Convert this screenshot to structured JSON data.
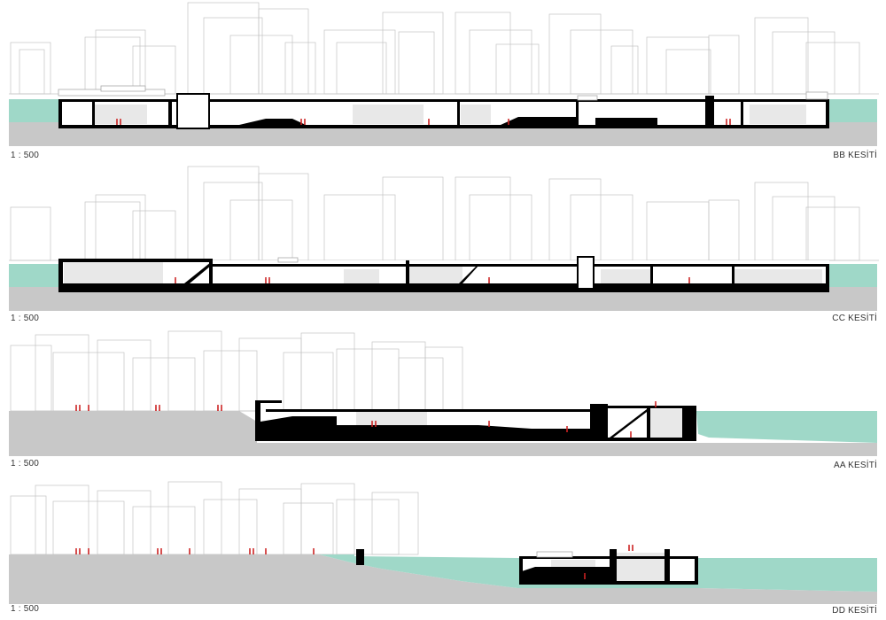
{
  "sections": [
    {
      "id": "bb",
      "scale": "1 : 500",
      "title": "BB KESİTİ"
    },
    {
      "id": "cc",
      "scale": "1 : 500",
      "title": "CC KESİTİ"
    },
    {
      "id": "aa",
      "scale": "1 : 500",
      "title": "AA KESİTİ"
    },
    {
      "id": "dd",
      "scale": "1 : 500",
      "title": "DD KESİTİ"
    }
  ],
  "colors": {
    "water": "#9fd8c8",
    "ground": "#c8c8c8",
    "structure": "#000000",
    "interior": "#e8e8e8",
    "people": "#cc2222",
    "background_buildings": "#c4c4c4"
  }
}
